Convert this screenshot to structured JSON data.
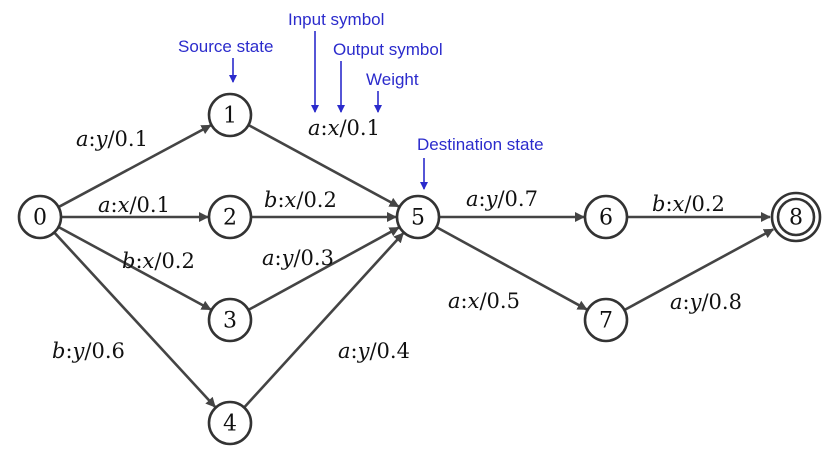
{
  "states": [
    {
      "id": "0",
      "label": "0",
      "final": false
    },
    {
      "id": "1",
      "label": "1",
      "final": false
    },
    {
      "id": "2",
      "label": "2",
      "final": false
    },
    {
      "id": "3",
      "label": "3",
      "final": false
    },
    {
      "id": "4",
      "label": "4",
      "final": false
    },
    {
      "id": "5",
      "label": "5",
      "final": false
    },
    {
      "id": "6",
      "label": "6",
      "final": false
    },
    {
      "id": "7",
      "label": "7",
      "final": false
    },
    {
      "id": "8",
      "label": "8",
      "final": true
    }
  ],
  "edges": [
    {
      "from": "0",
      "to": "1",
      "input": "a",
      "output": "y",
      "weight": "0.1"
    },
    {
      "from": "0",
      "to": "2",
      "input": "a",
      "output": "x",
      "weight": "0.1"
    },
    {
      "from": "0",
      "to": "3",
      "input": "b",
      "output": "x",
      "weight": "0.2"
    },
    {
      "from": "0",
      "to": "4",
      "input": "b",
      "output": "y",
      "weight": "0.6"
    },
    {
      "from": "1",
      "to": "5",
      "input": "a",
      "output": "x",
      "weight": "0.1"
    },
    {
      "from": "2",
      "to": "5",
      "input": "b",
      "output": "x",
      "weight": "0.2"
    },
    {
      "from": "3",
      "to": "5",
      "input": "a",
      "output": "y",
      "weight": "0.3"
    },
    {
      "from": "4",
      "to": "5",
      "input": "a",
      "output": "y",
      "weight": "0.4"
    },
    {
      "from": "5",
      "to": "6",
      "input": "a",
      "output": "y",
      "weight": "0.7"
    },
    {
      "from": "5",
      "to": "7",
      "input": "a",
      "output": "x",
      "weight": "0.5"
    },
    {
      "from": "6",
      "to": "8",
      "input": "b",
      "output": "x",
      "weight": "0.2"
    },
    {
      "from": "7",
      "to": "8",
      "input": "a",
      "output": "y",
      "weight": "0.8"
    }
  ],
  "annotations": {
    "source_state": "Source state",
    "input_symbol": "Input symbol",
    "output_symbol": "Output symbol",
    "weight": "Weight",
    "destination_state": "Destination state"
  },
  "colors": {
    "annotation": "#2b2bcc",
    "stroke": "#444444"
  }
}
